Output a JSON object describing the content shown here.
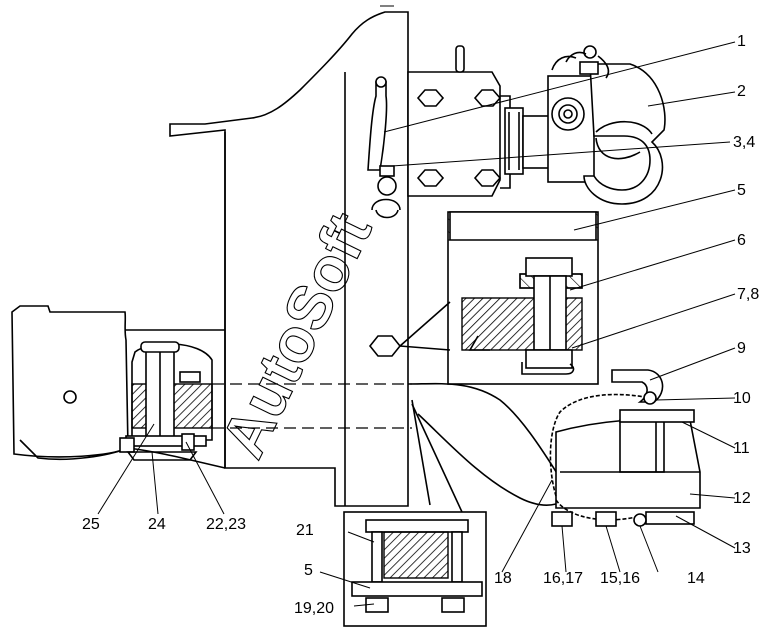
{
  "diagram": {
    "watermark": "AutoSoft",
    "labels": [
      "1",
      "2",
      "3,4",
      "5",
      "6",
      "7,8",
      "9",
      "10",
      "11",
      "12",
      "13",
      "14",
      "15,16",
      "16,17",
      "18",
      "19,20",
      "5",
      "21",
      "22,23",
      "24",
      "25"
    ]
  }
}
